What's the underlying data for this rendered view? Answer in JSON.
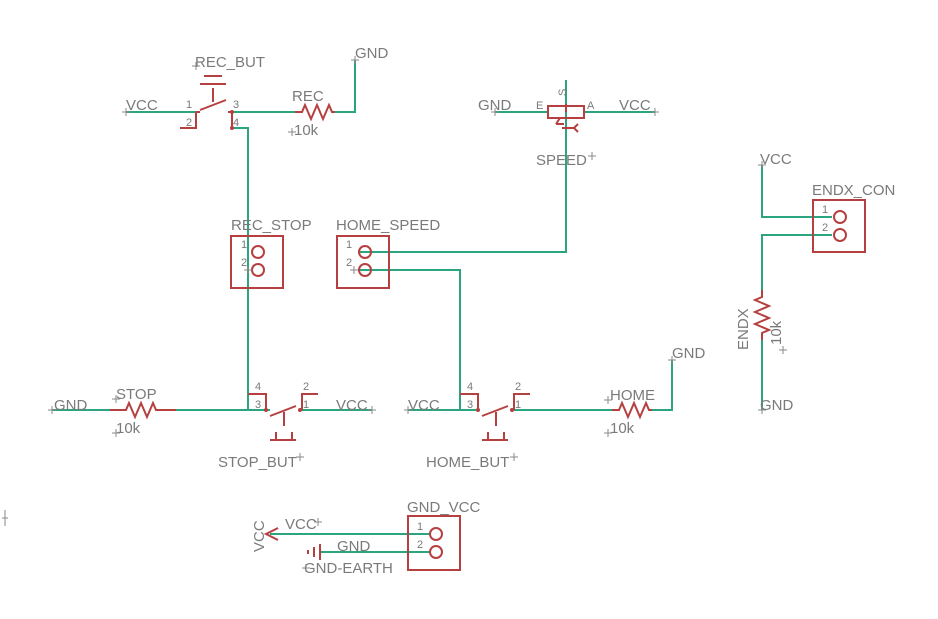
{
  "colors": {
    "wire": "#2aa57f",
    "symbol": "#b5403f",
    "text": "#7a7a7a",
    "background": "#ffffff"
  },
  "nets": {
    "vcc": "VCC",
    "gnd": "GND",
    "gnd_earth": "GND-EARTH"
  },
  "components": {
    "rec_but": {
      "name": "REC_BUT"
    },
    "rec": {
      "name": "REC",
      "value": "10k"
    },
    "speed": {
      "name": "SPEED",
      "pin_e": "E",
      "pin_s": "S",
      "pin_a": "A"
    },
    "rec_stop": {
      "name": "REC_STOP"
    },
    "home_speed": {
      "name": "HOME_SPEED"
    },
    "endx_con": {
      "name": "ENDX_CON"
    },
    "endx": {
      "name": "ENDX",
      "value": "10k"
    },
    "stop": {
      "name": "STOP",
      "value": "10k"
    },
    "stop_but": {
      "name": "STOP_BUT"
    },
    "home_but": {
      "name": "HOME_BUT"
    },
    "home": {
      "name": "HOME",
      "value": "10k"
    },
    "gnd_vcc": {
      "name": "GND_VCC"
    }
  },
  "pins": {
    "p1": "1",
    "p2": "2",
    "p3": "3",
    "p4": "4"
  }
}
